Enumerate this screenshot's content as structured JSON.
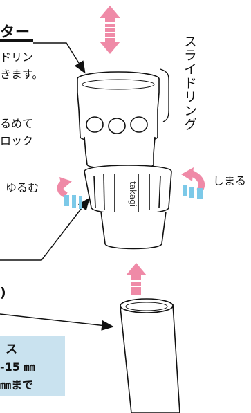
{
  "heading": {
    "title": "ター"
  },
  "descriptions": {
    "slide_text": [
      "ドリン",
      "きます。"
    ],
    "lock_text": [
      "るめて",
      "ロック"
    ]
  },
  "labels": {
    "slide_ring": "スライドリング",
    "loosen": "ゆるむ",
    "tighten": "しまる",
    "brand": "takagi",
    "paren": ")"
  },
  "hose_box": {
    "line1": "ス",
    "line2": "-15 ㎜",
    "line3": "㎜まで"
  },
  "colors": {
    "pink_arrow": "#ef8aa7",
    "cyan_arrow": "#7cc9e8",
    "info_box": "#c9e2ef"
  }
}
